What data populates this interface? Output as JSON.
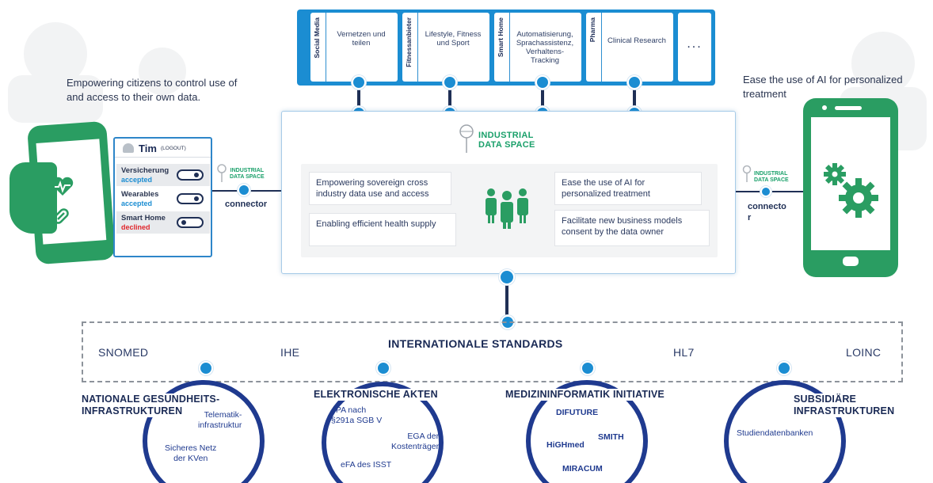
{
  "top_cards": [
    {
      "label": "Social Media",
      "text": "Vernetzen und teilen"
    },
    {
      "label": "Fitnessanbieter",
      "text": "Lifestyle, Fitness und Sport"
    },
    {
      "label": "Smart Home",
      "text": "Automatisierung, Sprachassistenz, Verhaltens-Tracking"
    },
    {
      "label": "Pharma",
      "text": "Clinical Research"
    },
    {
      "label": "",
      "text": "..."
    }
  ],
  "left_caption": "Empowering citizens to control use of and access to their own data.",
  "right_caption": "Ease the use of AI for personalized treatment",
  "ids_logo": {
    "line1": "INDUSTRIAL",
    "line2": "DATA SPACE"
  },
  "center_boxes": {
    "b1": "Empowering sovereign cross industry data use and access",
    "b2": "Enabling efficient health supply",
    "b3": "Ease the use of AI for personalized treatment",
    "b4": "Facilitate new business models consent by the data owner"
  },
  "panel": {
    "user": "Tim",
    "logout": "(LOGOUT)",
    "rows": [
      {
        "name": "Versicherung",
        "status": "accepted"
      },
      {
        "name": "Wearables",
        "status": "accepted"
      },
      {
        "name": "Smart Home",
        "status": "declined"
      }
    ]
  },
  "left_connector": {
    "logo1": "INDUSTRIAL",
    "logo2": "DATA SPACE",
    "label": "connector"
  },
  "right_connector": {
    "logo1": "INDUSTRIAL",
    "logo2": "DATA SPACE",
    "label": "connecto\nr"
  },
  "standards": {
    "title": "INTERNATIONALE STANDARDS",
    "items": [
      "SNOMED",
      "IHE",
      "HL7",
      "LOINC"
    ]
  },
  "circles": [
    {
      "title": "NATIONALE GESUNDHEITS-\nINFRASTRUKTUREN",
      "items": [
        "Telematik-\ninfrastruktur",
        "Sicheres Netz\nder KVen"
      ]
    },
    {
      "title": "ELEKTRONISCHE AKTEN",
      "items": [
        "ePA nach\n§291a SGB V",
        "EGA der\nKostenträger",
        "eFA des ISST"
      ]
    },
    {
      "title": "MEDIZININFORMATIK INITIATIVE",
      "items": [
        "DIFUTURE",
        "SMITH",
        "HiGHmed",
        "MIRACUM"
      ]
    },
    {
      "title": "SUBSIDIÄRE\nINFRASTRUKTUREN",
      "items": [
        "Studiendatenbanken"
      ]
    }
  ],
  "colors": {
    "accent_blue": "#1b8dd2",
    "green": "#2a9d62",
    "navy": "#1f3a8f",
    "declined_red": "#e0262b"
  }
}
